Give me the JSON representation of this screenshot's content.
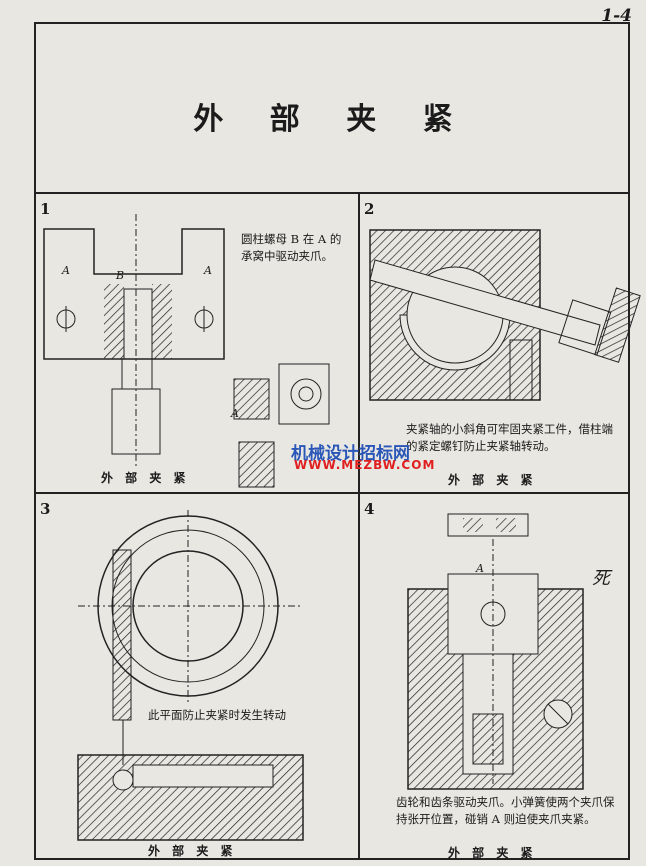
{
  "page_number": "1-4",
  "title": "外 部 夹 紧",
  "watermark": {
    "line1": "机械设计招标网",
    "line2": "WWW.MEZBW.COM"
  },
  "panels": [
    {
      "number": "1",
      "caption": "外 部 夹 紧",
      "text": "圆柱螺母 B 在 A 的承窝中驱动夹爪。",
      "labels": [
        "A",
        "B",
        "A",
        "A"
      ]
    },
    {
      "number": "2",
      "caption": "外 部 夹 紧",
      "text": "夹紧轴的小斜角可牢固夹紧工件，借柱端的紧定螺钉防止夹紧轴转动。"
    },
    {
      "number": "3",
      "caption": "外 部 夹 紧",
      "text": "此平面防止夹紧时发生转动"
    },
    {
      "number": "4",
      "caption": "外 部 夹 紧",
      "text": "齿轮和齿条驱动夹爪。小弹簧使两个夹爪保持张开位置，碰销 A 则迫使夹爪夹紧。",
      "labels": [
        "A"
      ],
      "handwritten_mark": "死"
    }
  ]
}
